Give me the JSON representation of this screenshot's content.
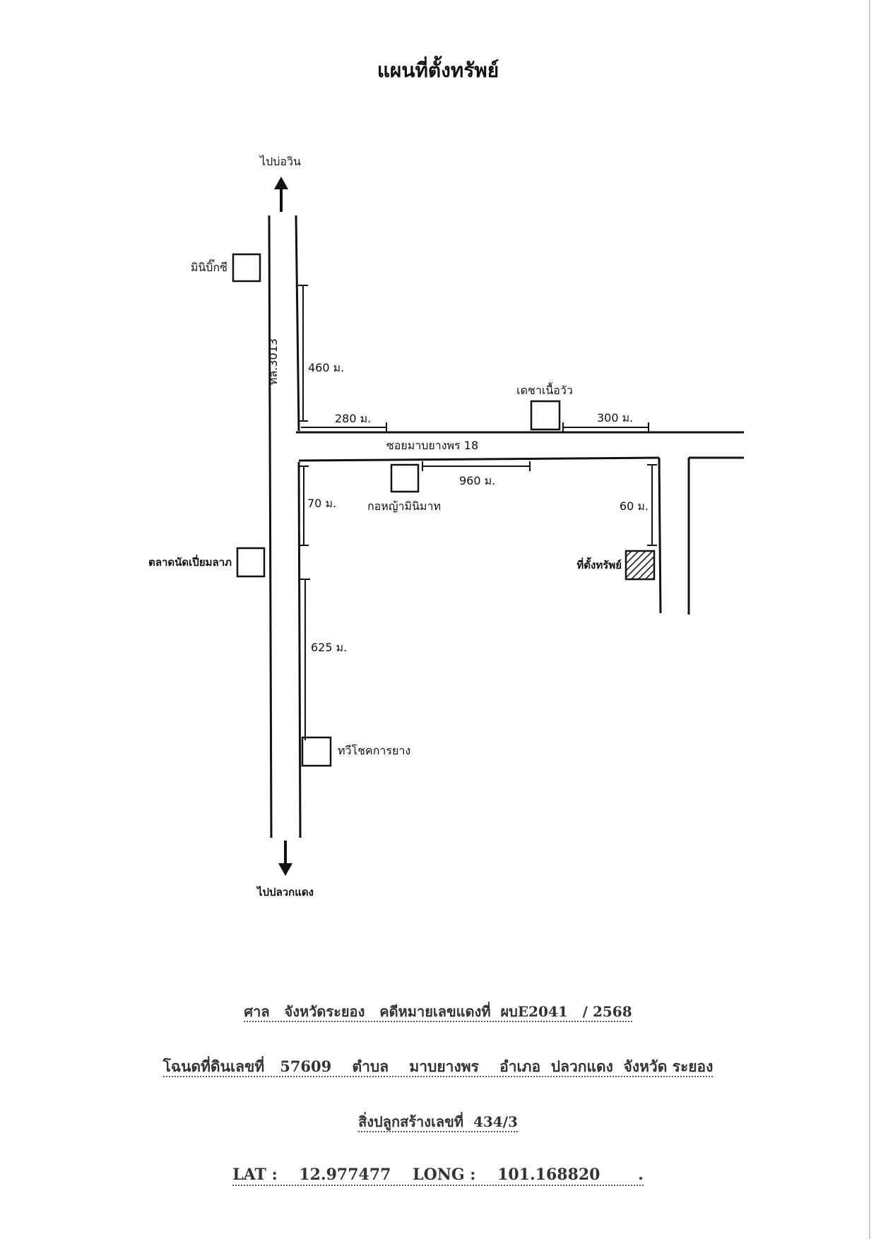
{
  "title": "แผนที่ตั้งทรัพย์",
  "map": {
    "direction_north": "ไปบ่อวิน",
    "direction_south": "ไปปลวกแดง",
    "main_road_label": "ทล.3013",
    "side_road_label": "ซอยมาบยางพร 18",
    "landmarks": {
      "mini_big_c": "มินิบิ๊กซี",
      "fresh_market": "ตลาดนัดเปี่ยมลาภ",
      "beef_shop": "เดชาเนื้อวัว",
      "hay_shop": "กอหญ้ามินิมาท",
      "rubber_shop": "ทวีโชคการยาง",
      "property": "ที่ตั้งทรัพย์"
    },
    "distances": {
      "d460": "460 ม.",
      "d280": "280 ม.",
      "d300": "300 ม.",
      "d960": "960 ม.",
      "d70": "70 ม.",
      "d60": "60 ม.",
      "d625": "625 ม."
    }
  },
  "info": {
    "court_label": "ศาล",
    "court_province": "จังหวัดระยอง",
    "case_label": "คดีหมายเลขแดงที่",
    "case_number": "ผบE2041",
    "case_year": "/ 2568",
    "deed_label": "โฉนดที่ดินเลขที่",
    "deed_number": "57609",
    "subdistrict_label": "ตำบล",
    "subdistrict": "มาบยางพร",
    "district_label": "อำเภอ",
    "district": "ปลวกแดง",
    "province_label": "จังหวัด",
    "province": "ระยอง",
    "building_label": "สิ่งปลูกสร้างเลขที่",
    "building_number": "434/3",
    "lat_label": "LAT :",
    "lat": "12.977477",
    "long_label": "LONG :",
    "long": "101.168820",
    "trailing": "."
  }
}
